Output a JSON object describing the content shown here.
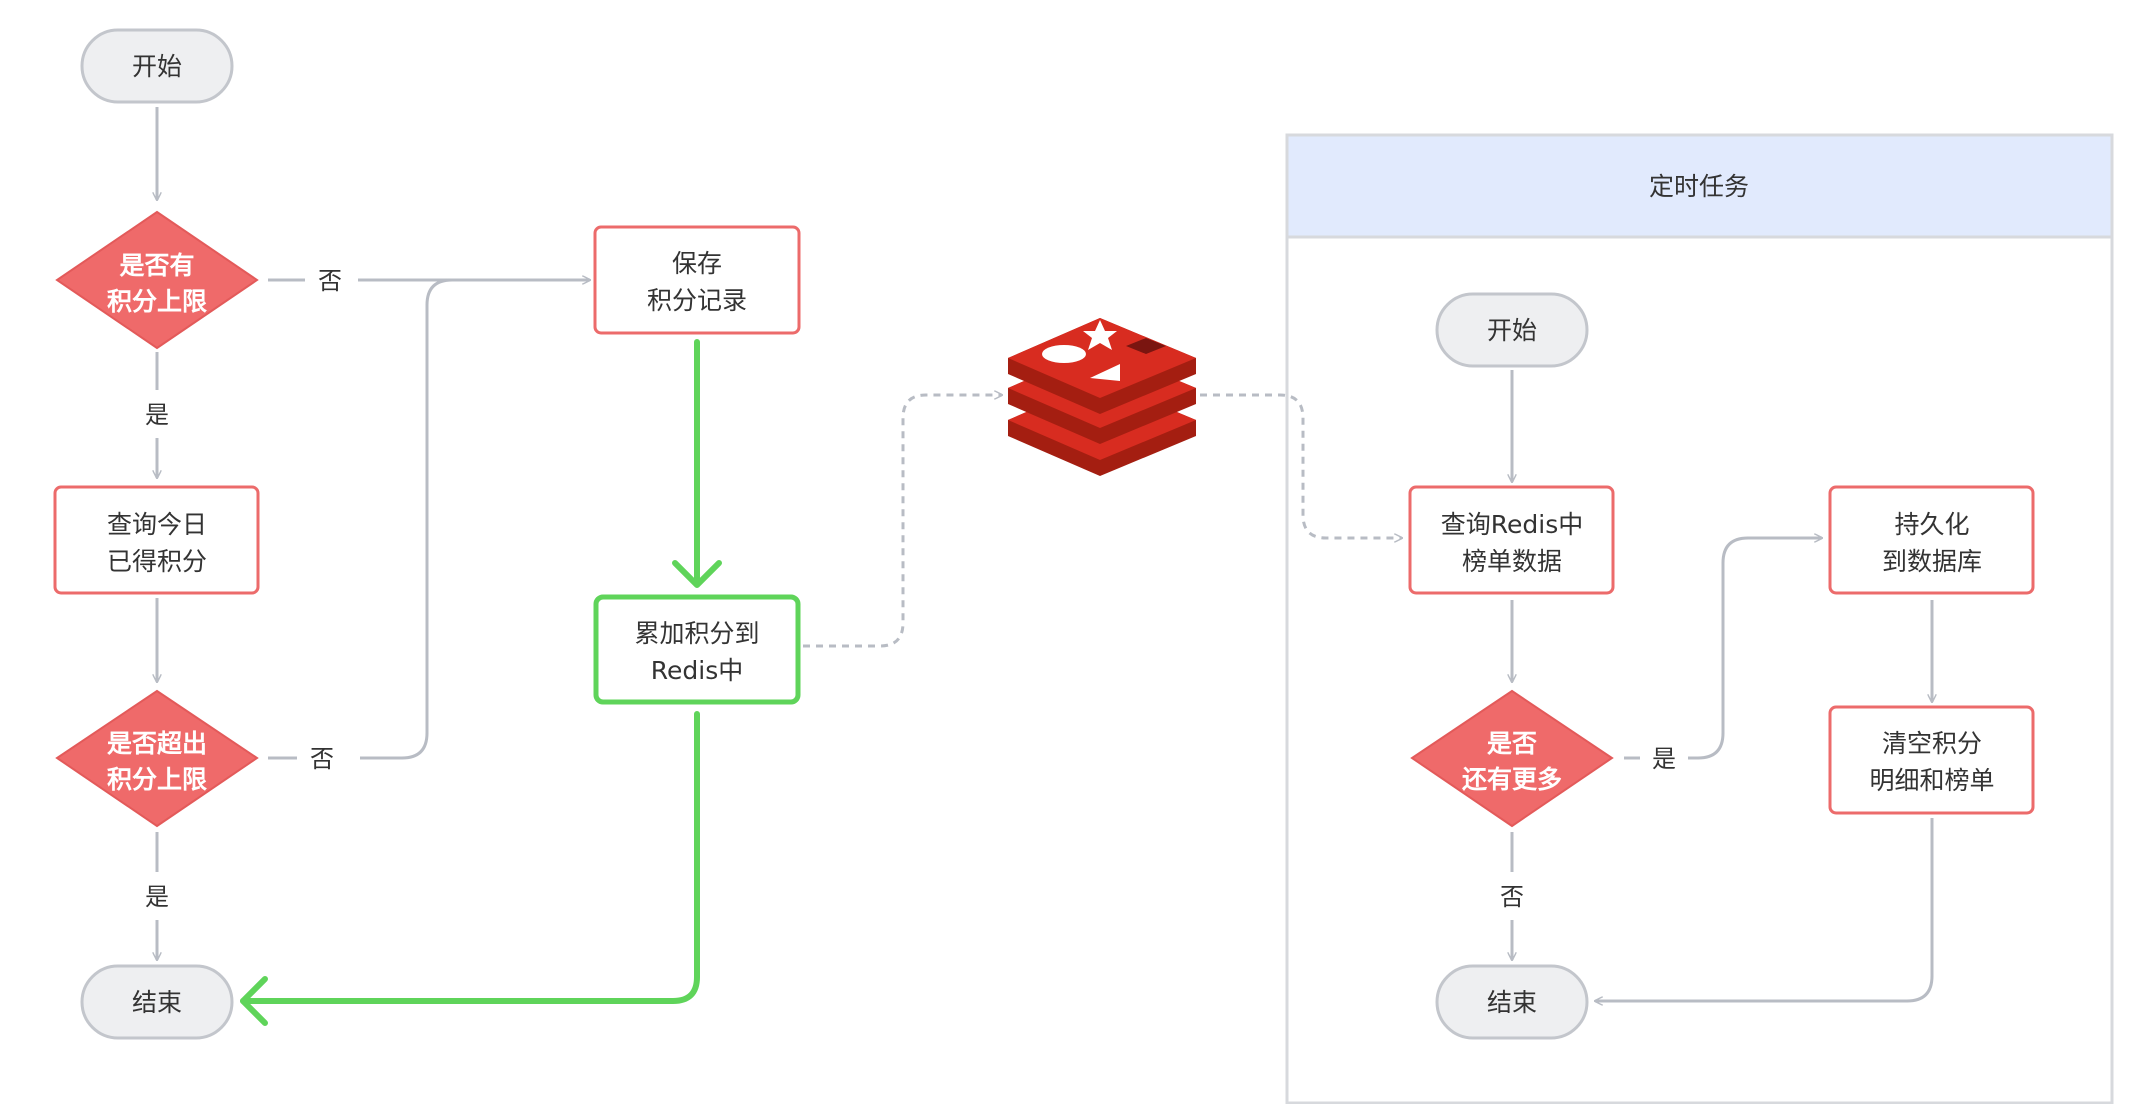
{
  "left": {
    "start": "开始",
    "end": "结束",
    "decision_limit": [
      "是否有",
      "积分上限"
    ],
    "decision_exceed": [
      "是否超出",
      "积分上限"
    ],
    "query_today": [
      "查询今日",
      "已得积分"
    ],
    "save_record": [
      "保存",
      "积分记录"
    ],
    "accumulate": [
      "累加积分到",
      "Redis中"
    ],
    "label_no_1": "否",
    "label_yes_1": "是",
    "label_no_2": "否",
    "label_yes_2": "是"
  },
  "task": {
    "title": "定时任务",
    "start": "开始",
    "end": "结束",
    "query_redis": [
      "查询Redis中",
      "榜单数据"
    ],
    "decision_more": [
      "是否",
      "还有更多"
    ],
    "persist": [
      "持久化",
      "到数据库"
    ],
    "clear": [
      "清空积分",
      "明细和榜单"
    ],
    "label_yes": "是",
    "label_no": "否"
  },
  "icons": {
    "redis": "redis-logo-icon"
  },
  "colors": {
    "decision_fill": "#ef6a6a",
    "process_border": "#ec6b6b",
    "highlight_green": "#5fd45a",
    "connector_gray": "#b8bcc4",
    "terminal_fill": "#eeeff1",
    "task_header_fill": "#e1eafd",
    "redis_red": "#d82c20"
  }
}
